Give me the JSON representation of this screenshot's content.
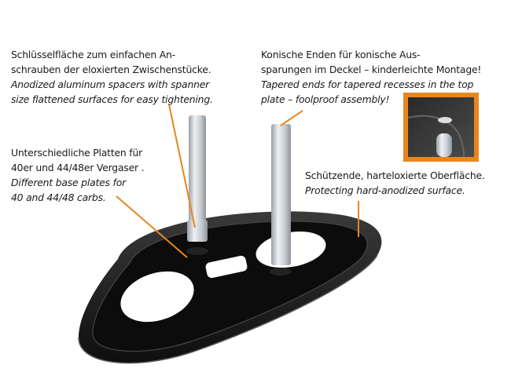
{
  "callouts": {
    "spanner": {
      "de": [
        "Schlüsselfläche zum einfachen An-",
        "schrauben der eloxierten Zwischenstücke."
      ],
      "en": [
        "Anodized aluminum spacers with spanner",
        "size flattened surfaces for easy tightening."
      ]
    },
    "plates": {
      "de": [
        "Unterschiedliche Platten für",
        "40er und 44/48er Vergaser ."
      ],
      "en": [
        "Different base plates for",
        "40 and 44/48 carbs."
      ]
    },
    "tapered": {
      "de": [
        "Konische Enden für konische Aus-",
        "sparungen im Deckel – kinderleichte Montage!"
      ],
      "en": [
        "Tapered ends for tapered recesses in the top",
        "plate – foolproof assembly!"
      ]
    },
    "surface": {
      "de": [
        "Schützende, harteloxierte Oberfläche."
      ],
      "en": [
        "Protecting hard-anodized surface."
      ]
    }
  },
  "colors": {
    "accent": "#e8861e",
    "tray": "#1c1c1c",
    "pin": "#c9ced3"
  }
}
